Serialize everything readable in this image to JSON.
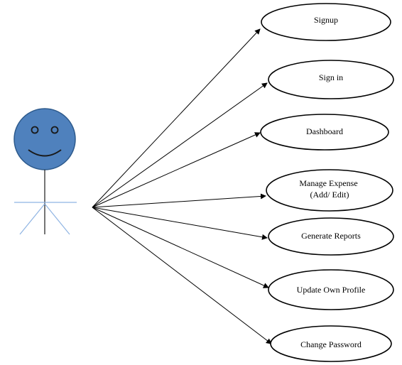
{
  "actor": {
    "icon": "stick-figure-icon",
    "head_fill": "#4f81bd",
    "head_stroke": "#2d5a8c",
    "body_color": "#1a1a1a",
    "limb_color": "#8fb4e3"
  },
  "use_cases": [
    {
      "id": "signup",
      "lines": [
        "Signup"
      ]
    },
    {
      "id": "sign-in",
      "lines": [
        "Sign in"
      ]
    },
    {
      "id": "dashboard",
      "lines": [
        "Dashboard"
      ]
    },
    {
      "id": "manage-expense",
      "lines": [
        "Manage Expense",
        "(Add/ Edit)"
      ]
    },
    {
      "id": "generate-reports",
      "lines": [
        "Generate Reports"
      ]
    },
    {
      "id": "update-own-profile",
      "lines": [
        "Update Own Profile"
      ]
    },
    {
      "id": "change-password",
      "lines": [
        "Change Password"
      ]
    }
  ]
}
